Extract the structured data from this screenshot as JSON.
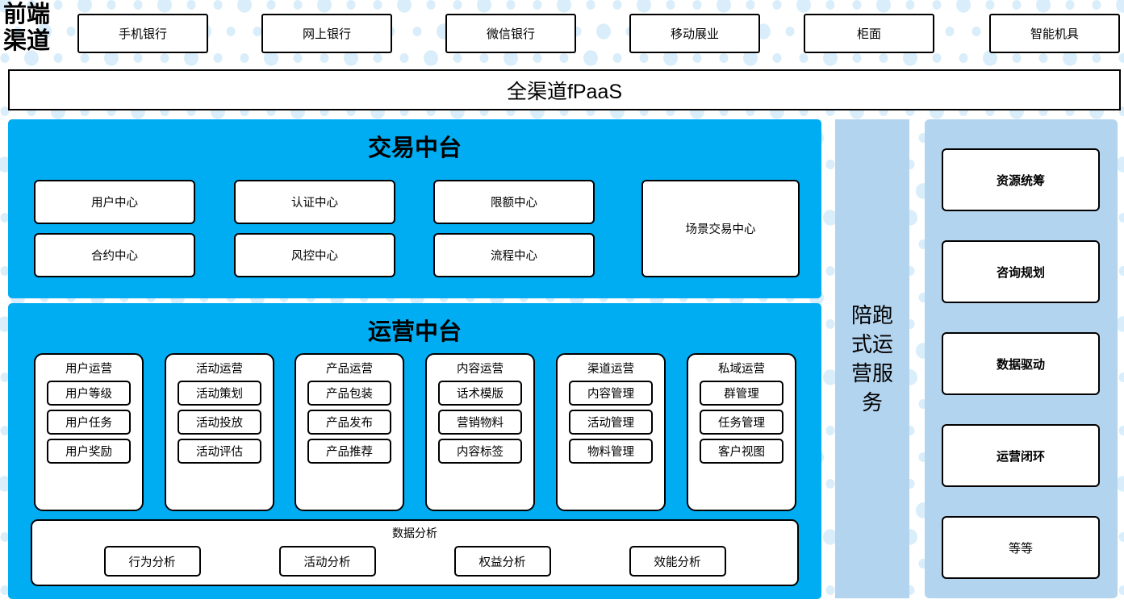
{
  "theme": {
    "cyan": "#00ADF2",
    "light_blue": "#B3D4EF",
    "dot_color": "#D9EEFA",
    "box_border": "#000000",
    "box_fill": "#FFFFFF",
    "page_background": "#FFFFFF"
  },
  "channels": {
    "label": "前端\n渠道",
    "label_line1": "前端",
    "label_line2": "渠道",
    "items": [
      {
        "label": "手机银行"
      },
      {
        "label": "网上银行"
      },
      {
        "label": "微信银行"
      },
      {
        "label": "移动展业"
      },
      {
        "label": "柜面"
      },
      {
        "label": "智能机具"
      }
    ]
  },
  "platform_bar": {
    "label": "全渠道fPaaS"
  },
  "trade_center": {
    "title": "交易中台",
    "boxes": [
      {
        "label": "用户中心"
      },
      {
        "label": "认证中心"
      },
      {
        "label": "限额中心"
      },
      {
        "label": "合约中心"
      },
      {
        "label": "风控中心"
      },
      {
        "label": "流程中心"
      }
    ],
    "scene_box": {
      "label": "场景交易中心"
    }
  },
  "ops_center": {
    "title": "运营中台",
    "columns": [
      {
        "header": "用户运营",
        "items": [
          "用户等级",
          "用户任务",
          "用户奖励"
        ]
      },
      {
        "header": "活动运营",
        "items": [
          "活动策划",
          "活动投放",
          "活动评估"
        ]
      },
      {
        "header": "产品运营",
        "items": [
          "产品包装",
          "产品发布",
          "产品推荐"
        ]
      },
      {
        "header": "内容运营",
        "items": [
          "话术模版",
          "营销物料",
          "内容标签"
        ]
      },
      {
        "header": "渠道运营",
        "items": [
          "内容管理",
          "活动管理",
          "物料管理"
        ]
      },
      {
        "header": "私域运营",
        "items": [
          "群管理",
          "任务管理",
          "客户视图"
        ]
      }
    ],
    "analysis": {
      "header": "数据分析",
      "items": [
        "行为分析",
        "活动分析",
        "权益分析",
        "效能分析"
      ]
    }
  },
  "service_column": {
    "label": "陪跑式运营服务"
  },
  "capabilities": {
    "items": [
      {
        "label": "资源统筹",
        "bold": true
      },
      {
        "label": "咨询规划",
        "bold": true
      },
      {
        "label": "数据驱动",
        "bold": true
      },
      {
        "label": "运营闭环",
        "bold": true
      },
      {
        "label": "等等",
        "bold": false
      }
    ]
  }
}
